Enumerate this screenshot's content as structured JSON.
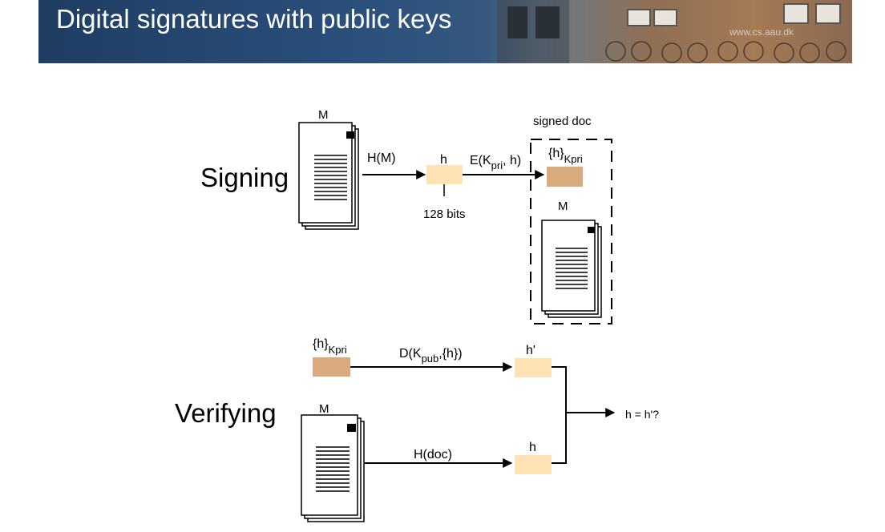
{
  "slide": {
    "title": "Digital signatures with public keys",
    "watermark": "www.cs.aau.dk"
  },
  "signing": {
    "label": "Signing",
    "doc_label": "M",
    "hash_op": "H(M)",
    "hash_label": "h",
    "size_label": "128 bits",
    "encrypt_op_prefix": "E(K",
    "encrypt_op_sub": "pri",
    "encrypt_op_suffix": ", h)",
    "signed_doc_label": "signed doc",
    "sig_label": "{h}",
    "sig_sub": "Kpri",
    "signed_m_label": "M"
  },
  "verifying": {
    "label": "Verifying",
    "sig_label": "{h}",
    "sig_sub": "Kpri",
    "decrypt_op_prefix": "D(K",
    "decrypt_op_sub": "pub",
    "decrypt_op_suffix": ",{h})",
    "decrypted_label": "h'",
    "doc_label": "M",
    "hash_op": "H(doc)",
    "hash_label": "h",
    "compare_label": "h = h'?"
  },
  "colors": {
    "hash_box": "#fde3b4",
    "sig_box": "#d9aa7d",
    "banner_dark": "#1f3d63"
  }
}
